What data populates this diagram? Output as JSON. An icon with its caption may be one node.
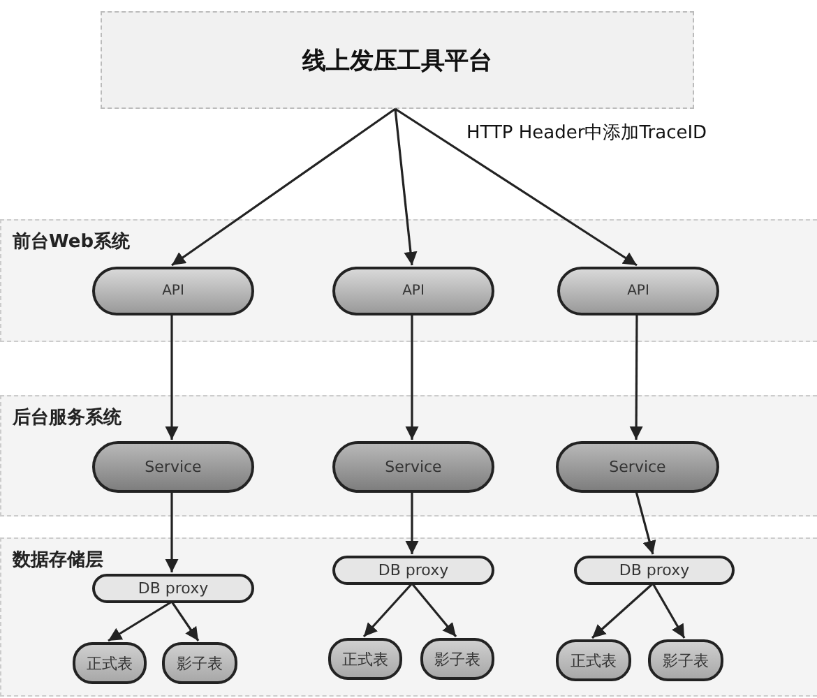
{
  "diagram": {
    "nodes": [
      {
        "text": [
          "线上发压工具平台"
        ]
      },
      {
        "text": [
          "前台Web系统"
        ]
      },
      {
        "text": [
          "API"
        ],
        "in": 1
      },
      {
        "text": [
          "API"
        ],
        "in": 1
      },
      {
        "text": [
          "API"
        ],
        "in": 1
      },
      {
        "text": [
          "后台服务系统"
        ]
      },
      {
        "text": [
          "Service"
        ],
        "in": 5
      },
      {
        "text": [
          "Service"
        ],
        "in": 5
      },
      {
        "text": [
          "Service"
        ],
        "in": 5
      },
      {
        "text": [
          "数据存储层"
        ]
      },
      {
        "text": [
          "DB proxy"
        ],
        "in": 9
      },
      {
        "text": [
          "DB proxy"
        ],
        "in": 9
      },
      {
        "text": [
          "DB proxy"
        ],
        "in": 9
      },
      {
        "text": [
          "正式表"
        ],
        "in": 9
      },
      {
        "text": [
          "影子表"
        ],
        "in": 9
      },
      {
        "text": [
          "正式表"
        ],
        "in": 9
      },
      {
        "text": [
          "影子表"
        ],
        "in": 9
      },
      {
        "text": [
          "正式表"
        ],
        "in": 9
      },
      {
        "text": [
          "影子表"
        ],
        "in": 9
      }
    ],
    "edges": [
      {
        "from": 0,
        "to": 2,
        "arrow": "to"
      },
      {
        "from": 0,
        "to": 3,
        "arrow": "to"
      },
      {
        "from": 0,
        "to": 4,
        "arrow": "to",
        "label": "HTTP Header中添加TraceID"
      },
      {
        "from": 2,
        "to": 6,
        "arrow": "to"
      },
      {
        "from": 3,
        "to": 7,
        "arrow": "to"
      },
      {
        "from": 4,
        "to": 8,
        "arrow": "to"
      },
      {
        "from": 6,
        "to": 10,
        "arrow": "to"
      },
      {
        "from": 7,
        "to": 11,
        "arrow": "to"
      },
      {
        "from": 8,
        "to": 12,
        "arrow": "to"
      },
      {
        "from": 10,
        "to": 13,
        "arrow": "to"
      },
      {
        "from": 10,
        "to": 14,
        "arrow": "to"
      },
      {
        "from": 11,
        "to": 15,
        "arrow": "to"
      },
      {
        "from": 11,
        "to": 16,
        "arrow": "to"
      },
      {
        "from": 12,
        "to": 17,
        "arrow": "to"
      },
      {
        "from": 12,
        "to": 18,
        "arrow": "to"
      }
    ]
  }
}
